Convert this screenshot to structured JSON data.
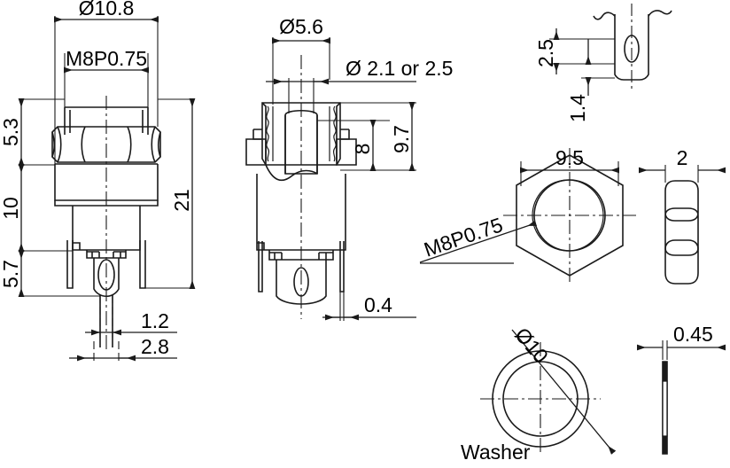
{
  "drawing": {
    "title": "Push button switch mechanical drawing",
    "line_color": "#1a1a1a",
    "background_color": "#ffffff"
  },
  "views": {
    "front_view": {
      "name": "front-elevation-view",
      "dimensions": {
        "overall_diameter": "Ø10.8",
        "thread": "M8P0.75",
        "nut_height": "5.3",
        "body_height": "10",
        "pin_length": "5.7",
        "total_height": "21",
        "pin_width": "1.2",
        "pin_spacing": "2.8"
      }
    },
    "side_view": {
      "name": "side-elevation-view",
      "dimensions": {
        "plunger_diameter": "Ø5.6",
        "hole_diameter": "Ø 2.1 or 2.5",
        "thread_length": "8",
        "bushing_height": "9.7",
        "pin_thickness": "0.4"
      }
    },
    "detail_view": {
      "name": "pin-detail-view",
      "dimensions": {
        "slot_height": "2.5",
        "slot_offset": "1.4"
      }
    },
    "hex_nut_view": {
      "name": "hex-nut-view",
      "dimensions": {
        "across_flats": "9.5",
        "thickness": "2",
        "thread": "M8P0.75"
      }
    },
    "washer_view": {
      "name": "washer-view",
      "label": "Washer",
      "dimensions": {
        "outer_diameter": "Ø10",
        "thickness": "0.45"
      }
    }
  },
  "chart_data": {
    "type": "table",
    "title": "Push button switch mechanical drawing dimensions (mm)",
    "categories": [
      "Ø10.8",
      "M8P0.75",
      "5.3",
      "10",
      "5.7",
      "21",
      "1.2",
      "2.8",
      "Ø5.6",
      "Ø 2.1 or 2.5",
      "8",
      "9.7",
      "0.4",
      "2.5",
      "1.4",
      "9.5",
      "2",
      "Ø10",
      "0.45"
    ],
    "values": [
      10.8,
      0.75,
      5.3,
      10,
      5.7,
      21,
      1.2,
      2.8,
      5.6,
      2.1,
      8,
      9.7,
      0.4,
      2.5,
      1.4,
      9.5,
      2,
      10,
      0.45
    ]
  }
}
